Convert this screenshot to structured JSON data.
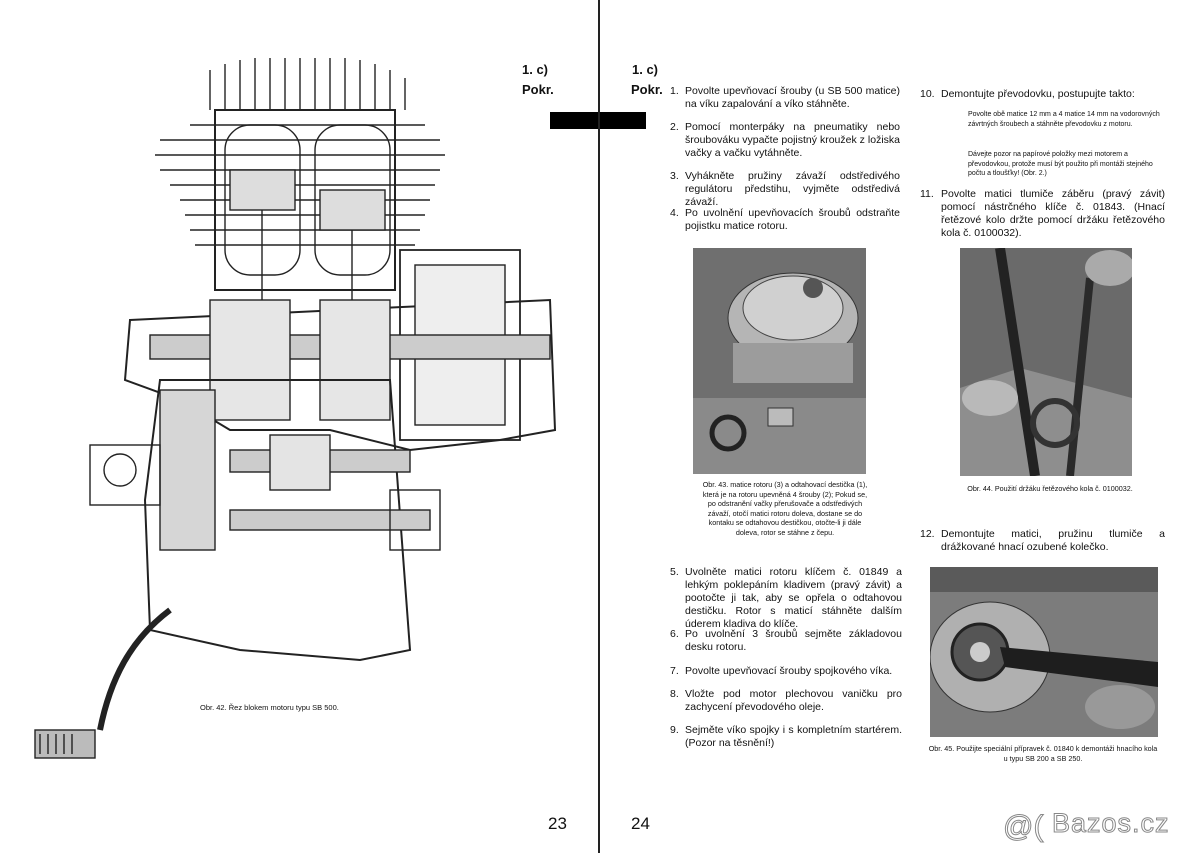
{
  "left": {
    "section": "1. c)",
    "section_sub": "Pokr.",
    "caption": "Obr. 42. Řez blokem motoru typu SB 500.",
    "page_number": "23"
  },
  "right": {
    "section": "1. c)",
    "section_sub": "Pokr.",
    "items": [
      {
        "num": "1.",
        "text": "Povolte upevňovací šrouby (u SB 500 matice) na víku zapalování a víko stáhněte."
      },
      {
        "num": "2.",
        "text": "Pomocí monterpáky na pneumatiky nebo šroubováku vypačte pojistný kroužek z ložiska vačky a vačku vytáhněte."
      },
      {
        "num": "3.",
        "text": "Vyhákněte pružiny závaží odstředivého regulátoru předstihu, vyjměte odstředivá závaží."
      },
      {
        "num": "4.",
        "text": "Po uvolnění upevňovacích šroubů odstraňte pojistku matice rotoru."
      },
      {
        "num": "5.",
        "text": "Uvolněte matici rotoru klíčem č. 01849 a lehkým poklepáním kladivem (pravý závit) a pootočte ji tak, aby se opřela o odtahovou destičku. Rotor s maticí stáhněte dalším úderem kladiva do klíče."
      },
      {
        "num": "6.",
        "text": "Po uvolnění 3 šroubů sejměte základovou desku rotoru."
      },
      {
        "num": "7.",
        "text": "Povolte upevňovací šrouby spojkového víka."
      },
      {
        "num": "8.",
        "text": "Vložte pod motor plechovou vaničku pro zachycení převodového oleje."
      },
      {
        "num": "9.",
        "text": "Sejměte víko spojky i s kompletním startérem. (Pozor na těsnění!)"
      },
      {
        "num": "10.",
        "text": "Demontujte převodovku, postupujte takto:"
      },
      {
        "num": "11.",
        "text": "Povolte matici tlumiče záběru (pravý závit) pomocí nástrčného klíče č. 01843. (Hnací řetězové kolo držte pomocí držáku řetězového kola č. 0100032)."
      },
      {
        "num": "12.",
        "text": "Demontujte matici, pružinu tlumiče a drážkované hnací ozubené kolečko."
      }
    ],
    "note1": "Povolte obě matice 12 mm a 4 matice 14 mm na vodorovných závrtných šroubech a stáhněte převodovku z motoru.",
    "note2": "Dávejte pozor na papírové položky mezi motorem a převodovkou, protože musí být použito při montáži stejného počtu a tloušťky! (Obr. 2.)",
    "caption43": "Obr. 43. matice rotoru (3) a odtahovací destička (1), která je na rotoru upevněná 4 šrouby (2); Pokud se, po odstranění vačky přerušovače a odstředivých závaží, otočí matici rotoru doleva, dostane se do kontaku se odtahovou destičkou, otočte-li ji dále doleva, rotor se stáhne z čepu.",
    "caption44": "Obr. 44. Použití držáku řetězového kola č. 0100032.",
    "caption45": "Obr. 45. Použijte speciální přípravek č. 01840 k demontáži hnacího kola u typu SB 200 a SB 250.",
    "page_number": "24"
  },
  "watermark": "Bazos.cz"
}
